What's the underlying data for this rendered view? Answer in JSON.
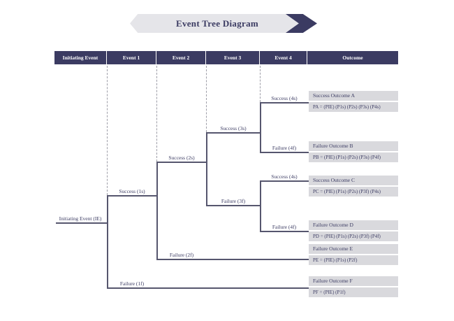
{
  "banner": {
    "title": "Event Tree Diagram"
  },
  "header": {
    "columns": [
      "Initiating Event",
      "Event 1",
      "Event 2",
      "Event 3",
      "Event 4",
      "Outcome"
    ]
  },
  "tree": {
    "root": {
      "label": "Initiating Event (IE)"
    },
    "branches": [
      {
        "id": "1s",
        "label": "Success (1s)"
      },
      {
        "id": "1f",
        "label": "Failure (1f)"
      },
      {
        "id": "2s",
        "label": "Success (2s)"
      },
      {
        "id": "2f",
        "label": "Failure (2f)"
      },
      {
        "id": "3s",
        "label": "Success (3s)"
      },
      {
        "id": "3f",
        "label": "Failure (3f)"
      },
      {
        "id": "4s-upper",
        "label": "Success (4s)"
      },
      {
        "id": "4f-upper",
        "label": "Failure (4f)"
      },
      {
        "id": "4s-lower",
        "label": "Success (4s)"
      },
      {
        "id": "4f-lower",
        "label": "Failure (4f)"
      }
    ]
  },
  "outcomes": [
    {
      "title": "Success Outcome A",
      "formula": "PA = (PIE) (P1s) (P2s) (P3s) (P4s)"
    },
    {
      "title": "Failure Outcome B",
      "formula": "PB = (PIE) (P1s) (P2s) (P3s) (P4f)"
    },
    {
      "title": "Success Outcome C",
      "formula": "PC = (PIE) (P1s) (P2s) (P3f) (P4s)"
    },
    {
      "title": "Failure Outcome D",
      "formula": "PD = (PIE) (P1s) (P2s) (P3f) (P4f)"
    },
    {
      "title": "Failure Outcome E",
      "formula": "PE = (PIE) (P1s) (P2f)"
    },
    {
      "title": "Failure Outcome F",
      "formula": "PF = (PIE) (P1f)"
    }
  ],
  "colors": {
    "navy": "#3b3b62",
    "tree_line": "#56566e",
    "dashed_guide": "#9d9da7",
    "outcome_box": "#d9d9dd",
    "banner_gray": "#e5e5e9"
  }
}
